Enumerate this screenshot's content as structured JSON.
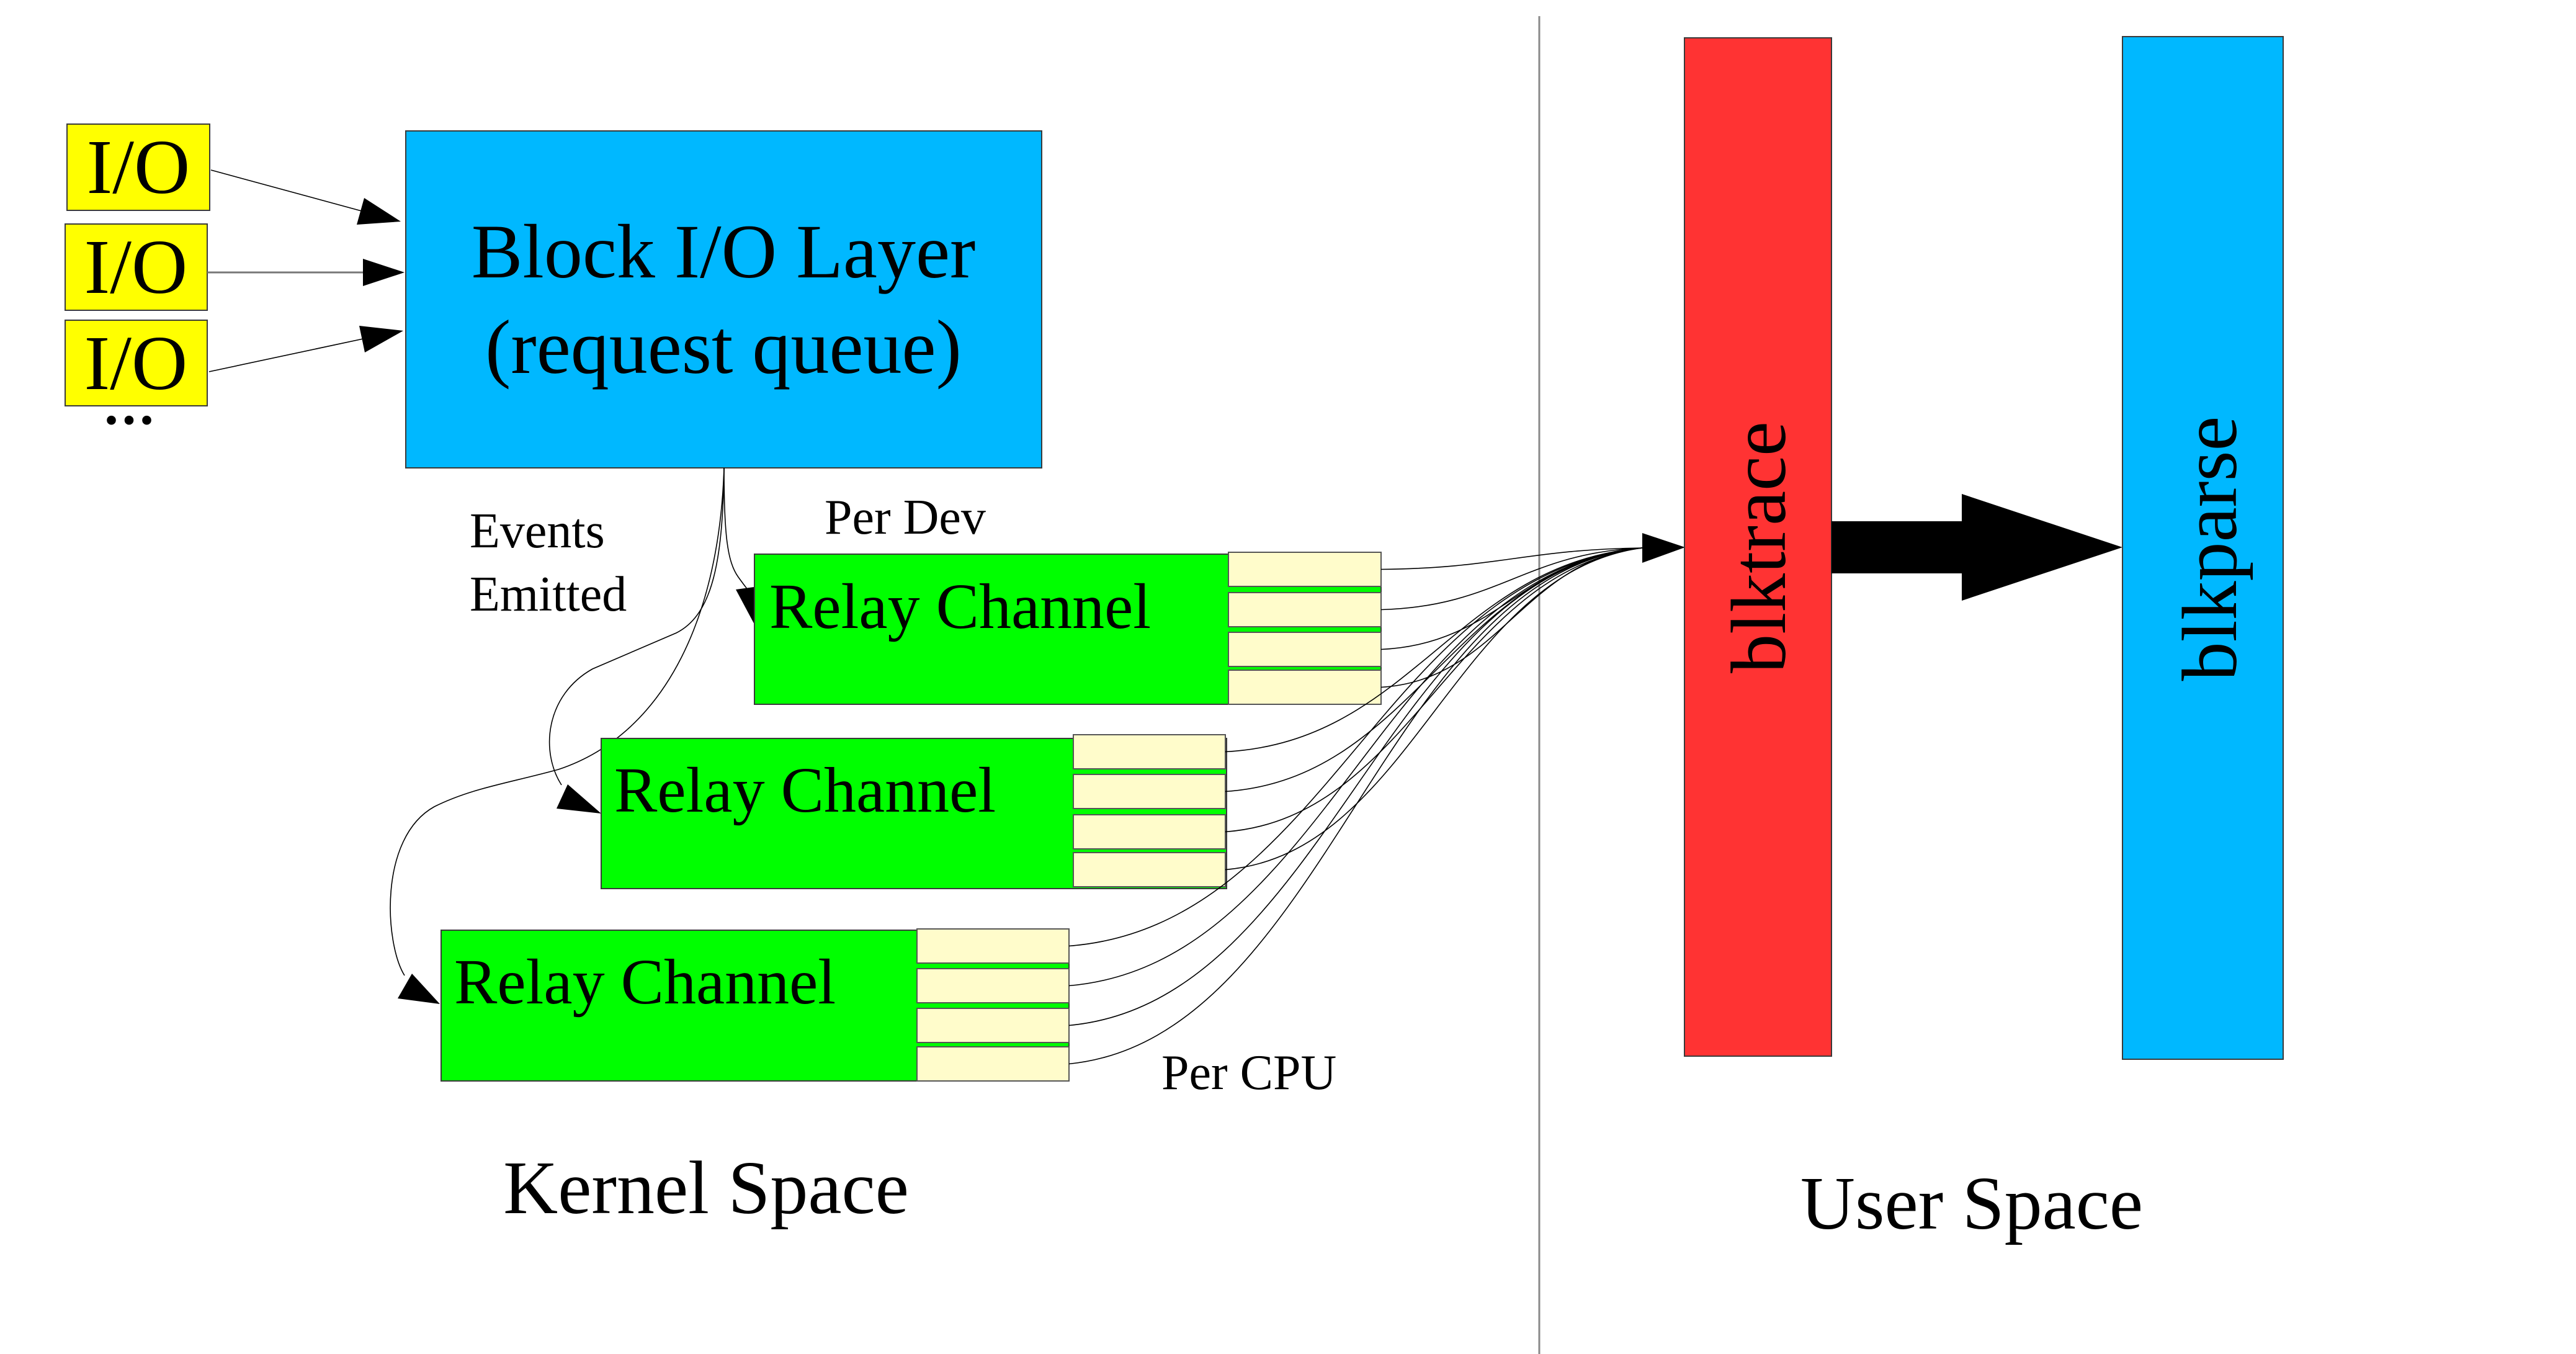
{
  "diagram": {
    "title": "blktrace architecture",
    "colors": {
      "io_box": "#FFFF00",
      "block_layer": "#00B8FF",
      "relay_channel": "#00FF00",
      "cpu_buffer": "#FFFCCB",
      "blktrace": "#FF3333",
      "blkparse": "#00B8FF",
      "divider": "#8A8A8A"
    },
    "io_requests": [
      {
        "label": "I/O"
      },
      {
        "label": "I/O"
      },
      {
        "label": "I/O"
      }
    ],
    "io_more": "...",
    "block_layer": {
      "line1": "Block I/O Layer",
      "line2": "(request queue)"
    },
    "events_label": {
      "line1": "Events",
      "line2": "Emitted"
    },
    "per_dev_label": "Per Dev",
    "per_cpu_label": "Per CPU",
    "relay_channels": [
      {
        "label": "Relay Channel",
        "cpu_buffers": 4
      },
      {
        "label": "Relay Channel",
        "cpu_buffers": 4
      },
      {
        "label": "Relay Channel",
        "cpu_buffers": 4
      }
    ],
    "blktrace": {
      "label": "blktrace"
    },
    "blkparse": {
      "label": "blkparse"
    },
    "regions": {
      "kernel": "Kernel Space",
      "user": "User Space"
    }
  }
}
